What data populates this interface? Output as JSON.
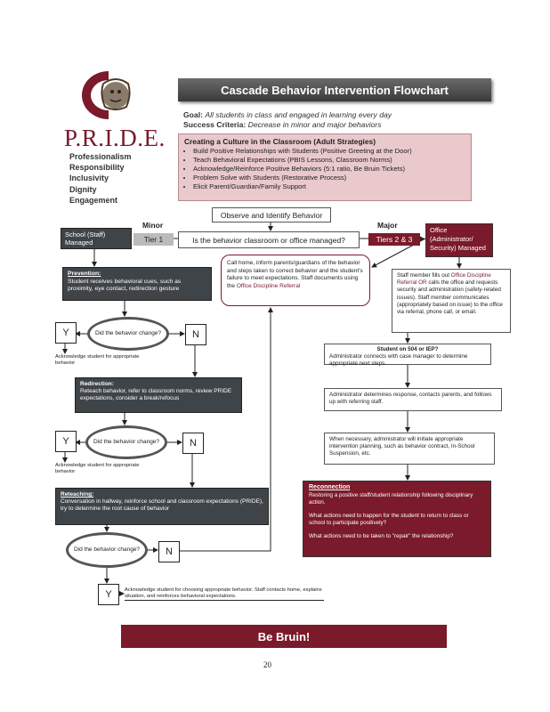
{
  "title": "Cascade Behavior Intervention Flowchart",
  "logo": {
    "letter": "C",
    "wordmark": "P.R.I.D.E."
  },
  "pride_values": [
    "Professionalism",
    "Responsibility",
    "Inclusivity",
    "Dignity",
    "Engagement"
  ],
  "goal": {
    "label": "Goal:",
    "text": "All students in class and engaged in learning every day"
  },
  "success": {
    "label": "Success Criteria:",
    "text": "Decrease in minor and major behaviors"
  },
  "culture": {
    "heading": "Creating a Culture in the Classroom (Adult Strategies)",
    "items": [
      "Build Positive Relationships with Students (Positive Greeting at the Door)",
      "Teach Behavioral Expectations (PBIS Lessons, Classroom Norms)",
      "Acknowledge/Reinforce Positive Behaviors (5:1 ratio, Be Bruin Tickets)",
      "Problem Solve with Students (Restorative Process)",
      "Elicit Parent/Guardian/Family Support"
    ]
  },
  "observe": "Observe and Identify Behavior",
  "question": "Is the behavior classroom or office managed?",
  "minor": "Minor",
  "major": "Major",
  "tier1": "Tier 1",
  "tier23": "Tiers 2 & 3",
  "school_managed": "School (Staff) Managed",
  "office_managed": "Office (Administrator/ Security) Managed",
  "call_home": {
    "text": "Call home, inform parents/guardians of the behavior and steps taken to correct behavior and the student's failure to meet expectations. Staff documents using the",
    "link": "Office Discipline Referral"
  },
  "prevention": {
    "heading": "Prevention:",
    "text": "Student receives behavioral cues, such as proximity, eye contact, redirection gesture"
  },
  "staff_referral": {
    "pre": "Staff member fills out",
    "link": "Office Discipline Referral OR",
    "post": "calls the office and requests security and administration (safety-related issues). Staff member communicates (appropriately based on issue) to the office via referral, phone call, or email."
  },
  "decision_1": "Did the behavior change?",
  "decision_2": "Did the behavior change?",
  "decision_3": "Did the behavior change?",
  "yes": "Y",
  "no": "N",
  "ack_1": "Acknowledge student for appropriate behavior",
  "ack_2": "Acknowledge student for appropriate behavior",
  "ack_3": "Acknowledge student for choosing appropriate behavior. Staff contacts home, explains situation, and reinforces behavioral expectations.",
  "redirection": {
    "heading": "Redirection:",
    "text": "Reteach behavior, refer to classroom norms, review PRIDE expectations, consider a break/refocus"
  },
  "reteaching": {
    "heading": "Reteaching:",
    "text": "Conversation in hallway, reinforce school and classroom expectations (PRIDE), try to determine the root cause of behavior"
  },
  "student_504": {
    "heading": "Student on 504 or IEP?",
    "text": "Administrator connects with case manager to determine appropriate next steps."
  },
  "admin_response": "Administrator determines response, contacts parents, and follows up with referring staff.",
  "necessary": "When necessary, administrator will initiate appropriate intervention planning, such as behavior contract, In-School Suspension, etc.",
  "reconnection": {
    "heading": "Reconnection",
    "lines": [
      "Restoring a positive staff/student relationship following disciplinary action.",
      "What actions need to happen for the student to return to class or school to participate positively?",
      "What actions need to be taken to \"repair\" the relationship?"
    ]
  },
  "footer_banner": "Be Bruin!",
  "page_number": "20",
  "colors": {
    "maroon": "#7a1a2a",
    "dark": "#3f4448",
    "pink": "#e9c9cc"
  }
}
